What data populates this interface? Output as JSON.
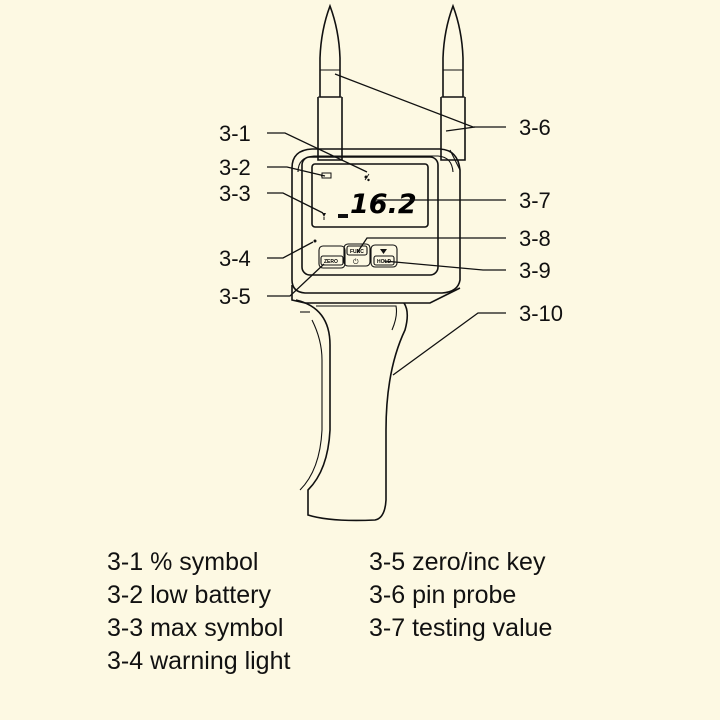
{
  "device": {
    "lcd_reading": "16.2",
    "keys": {
      "zero": "ZERO",
      "func": "FUNC",
      "hold": "HOLD"
    }
  },
  "callouts": [
    "3-1",
    "3-2",
    "3-3",
    "3-4",
    "3-5",
    "3-6",
    "3-7",
    "3-8",
    "3-9",
    "3-10"
  ],
  "legend": [
    [
      "3-1 %  symbol",
      "3-2 low  battery",
      "3-3 max symbol",
      "3-4 warning light"
    ],
    [
      "3-5 zero/inc key",
      "3-6 pin  probe",
      "3-7 testing  value"
    ]
  ]
}
